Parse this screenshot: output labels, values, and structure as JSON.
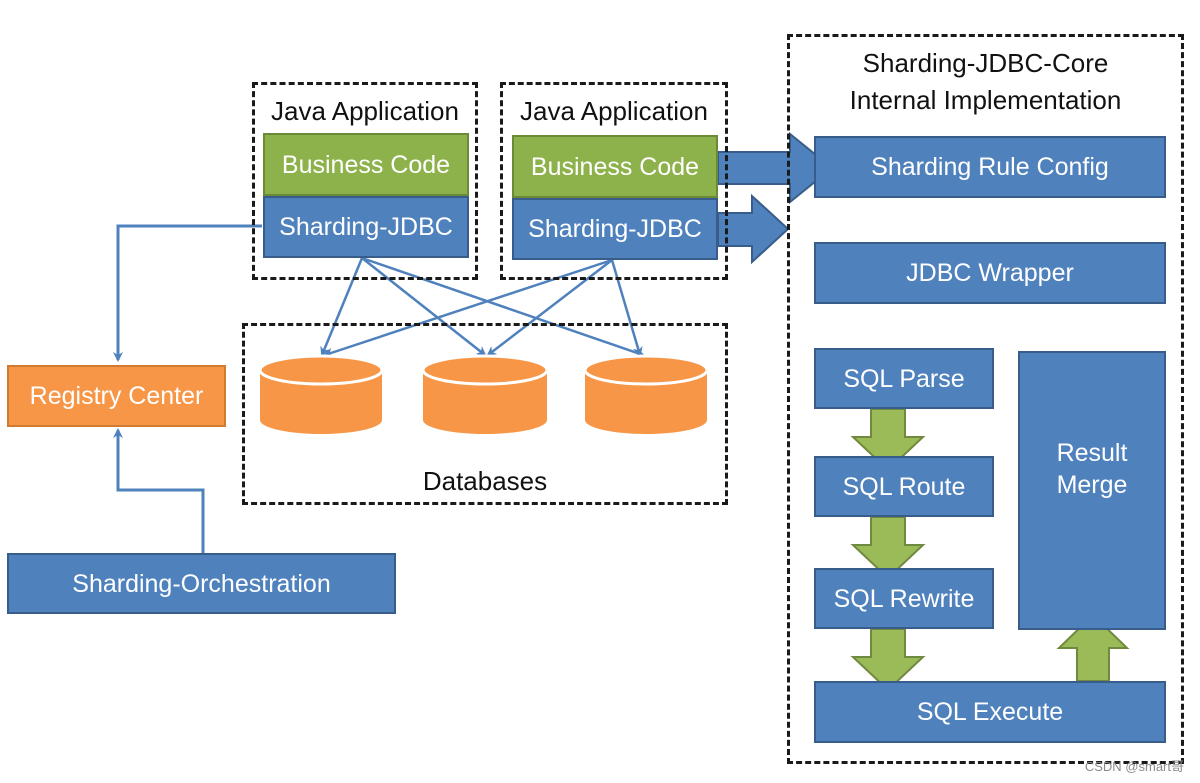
{
  "apps": [
    {
      "title": "Java Application",
      "business_code": "Business Code",
      "sharding_jdbc": "Sharding-JDBC"
    },
    {
      "title": "Java Application",
      "business_code": "Business Code",
      "sharding_jdbc": "Sharding-JDBC"
    }
  ],
  "databases": {
    "label": "Databases",
    "count": 3
  },
  "registry_center": "Registry Center",
  "orchestration": "Sharding-Orchestration",
  "core": {
    "title_line1": "Sharding-JDBC-Core",
    "title_line2": "Internal Implementation",
    "rule_config": "Sharding Rule Config",
    "jdbc_wrapper": "JDBC Wrapper",
    "sql_parse": "SQL Parse",
    "sql_route": "SQL Route",
    "sql_rewrite": "SQL Rewrite",
    "sql_execute": "SQL Execute",
    "result_merge_line1": "Result",
    "result_merge_line2": "Merge"
  },
  "colors": {
    "blue": "#4f81bd",
    "blue_dark": "#385d8a",
    "green": "#8db14b",
    "orange": "#f79646",
    "arrow_green": "#9bbb59"
  },
  "watermark": "CSDN @smart哥"
}
